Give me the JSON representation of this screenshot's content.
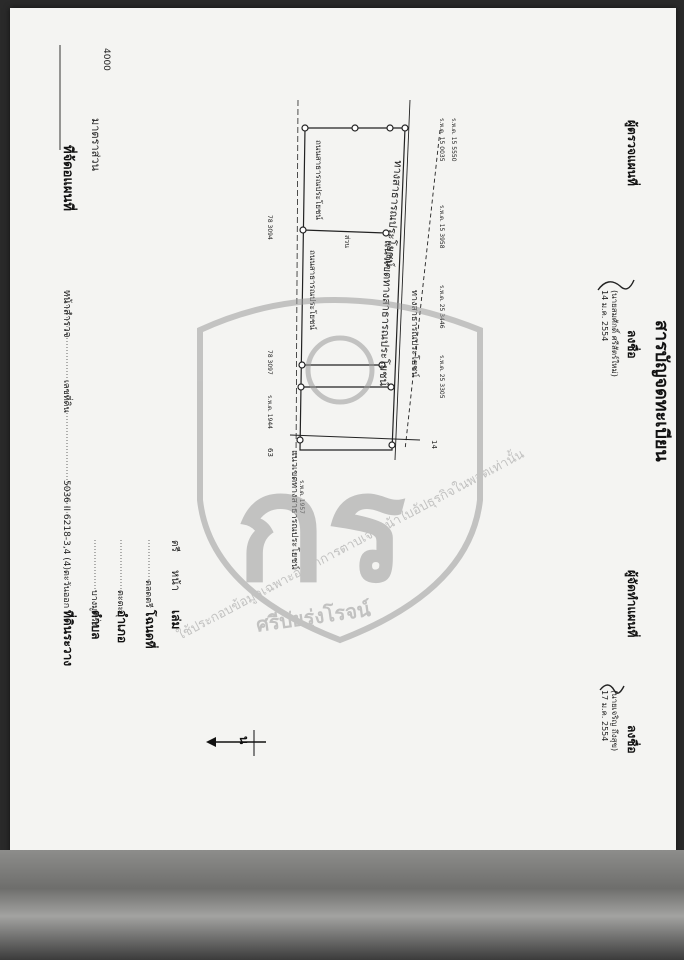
{
  "header": {
    "map_sheet_label": "ที่จ้ดอแผนที่",
    "scale_label": "มาตราส่วน",
    "scale_value": "นธะหอ = 1:4000",
    "scale_num": "4000"
  },
  "deed_info": {
    "parcel_label": "ที่ดินระวาง",
    "parcel_value": "5036 II 6218-3,4 (4)ตะวันออก",
    "parcel_no_label": "เลขที่ดิน",
    "survey_label": "หน้าสำรวจ",
    "tambon_label": "ตำบล",
    "tambon_value": "บางมูดรั่ง",
    "amphoe_label": "อำเภอ",
    "amphoe_value": "ตะตะบุ",
    "deed_label": "โฉนดที่",
    "deed_value": "ตลดตรี",
    "book_label": "เล่ม",
    "page_label": "หน้า",
    "page_value": "ตรี"
  },
  "plot": {
    "road_top": "ถนนสาธารณประโยชน์",
    "road_side": "ถนนสาธารณประโยชน์",
    "road_lower": "แนวเขตทางสาธารณประโยชน์",
    "canal_label": "ทางสาธารณประโยชน์",
    "area_mid": "ส่วน",
    "north": "น"
  },
  "plot_codes": {
    "c1": "ร.ห.ต. 15 0035",
    "c2": "ร.ห.ต. 15 3958",
    "c3": "ร.ห.ต. 25 3446",
    "c4": "ร.ห.ต. 25 3305",
    "c5": "78 3094",
    "c6": "78 3097",
    "c7": "ร.ห.ต. 1944",
    "c8": "ร.ห.ต. 1957",
    "c9": "63",
    "c10": "14",
    "c11": "ร.ห.ต. 15 5550"
  },
  "watermark": {
    "letters": "กร",
    "brand": "ศรีบัยรุ่งโรจน์",
    "notice": "ใช้ประกอบข้อมูลเฉพาะอัตราการตาบเจ้าหน้าใบอัปธุรกิจในพอตเท่านั้น"
  },
  "footer": {
    "title": "สารบัญจดทะเบียน",
    "signed_label": "ลงชื่อ",
    "map_maker_label": "ผู้จัดทำแผนที่",
    "inspector_label": "ผู้ตรวจแผนที่",
    "name_left": "(นายเจริญ ถึงสุข)",
    "date_left": "17 ม.ค. 2554",
    "name_right": "(นายสมศักดิ์ ศรีสัตร์ใหม่)",
    "date_right": "14 ม.ค. 2554"
  },
  "colors": {
    "paper": "#f4f4f2",
    "ink": "#222222",
    "watermark": "#9a9a9a"
  }
}
